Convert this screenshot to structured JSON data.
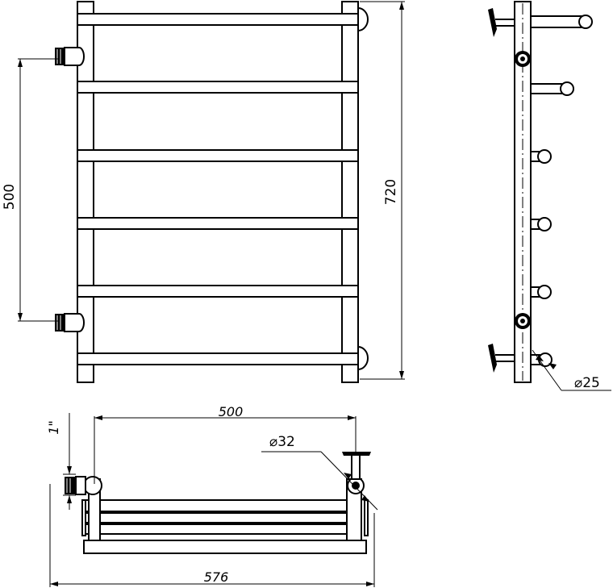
{
  "dimensions": {
    "connection_distance": "500",
    "total_height": "720",
    "pipe_diameter_small": "⌀25",
    "pipe_diameter_large": "⌀32",
    "top_width": "500",
    "bottom_width": "576",
    "thread_size": "1\""
  },
  "views": [
    "front-view",
    "side-view",
    "top-view"
  ]
}
